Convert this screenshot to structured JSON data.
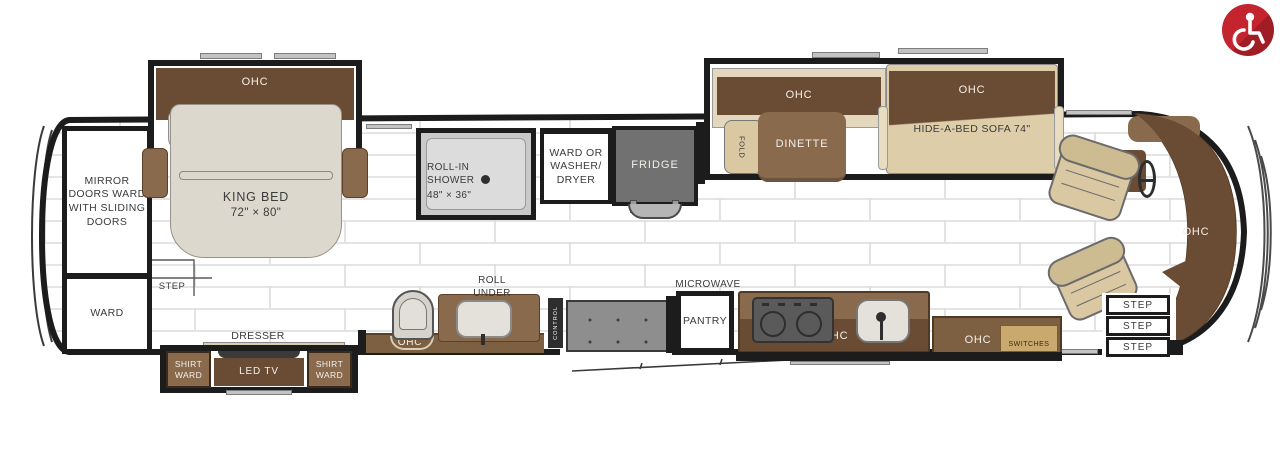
{
  "badge": {
    "icon": "wheelchair-accessibility-icon",
    "color": "#c4242e",
    "shadow_color": "#a01d26"
  },
  "colors": {
    "wall": "#1c1c1c",
    "cabinet_dark": "#6a4b33",
    "cabinet_mid": "#8a6a4d",
    "seat_tan": "#d9c8a2",
    "trim_cream": "#e3d7bd",
    "floor_line": "#dcdcdc",
    "appliance_gray": "#717171"
  },
  "rooms": {
    "mirror_ward": "MIRROR DOORS WARD WITH SLIDING DOORS",
    "ward": "WARD",
    "step": "STEP",
    "king_bed": "KING BED",
    "king_bed_size": "72\" × 80\"",
    "ohc": "OHC",
    "dresser": "DRESSER",
    "shirt_ward": "SHIRT WARD",
    "led_tv": "LED TV",
    "roll_in_shower": "ROLL-IN SHOWER",
    "shower_size": "48\" × 36\"",
    "ward_or_washer_dryer": "WARD OR WASHER/ DRYER",
    "fridge": "FRIDGE",
    "dinette": "DINETTE",
    "fold": "FOLD",
    "hide_a_bed_sofa": "HIDE-A-BED SOFA 74\"",
    "roll_under": "ROLL UNDER",
    "control": "CONTROL",
    "microwave": "MICROWAVE",
    "pantry": "PANTRY",
    "switches": "SWITCHES"
  }
}
